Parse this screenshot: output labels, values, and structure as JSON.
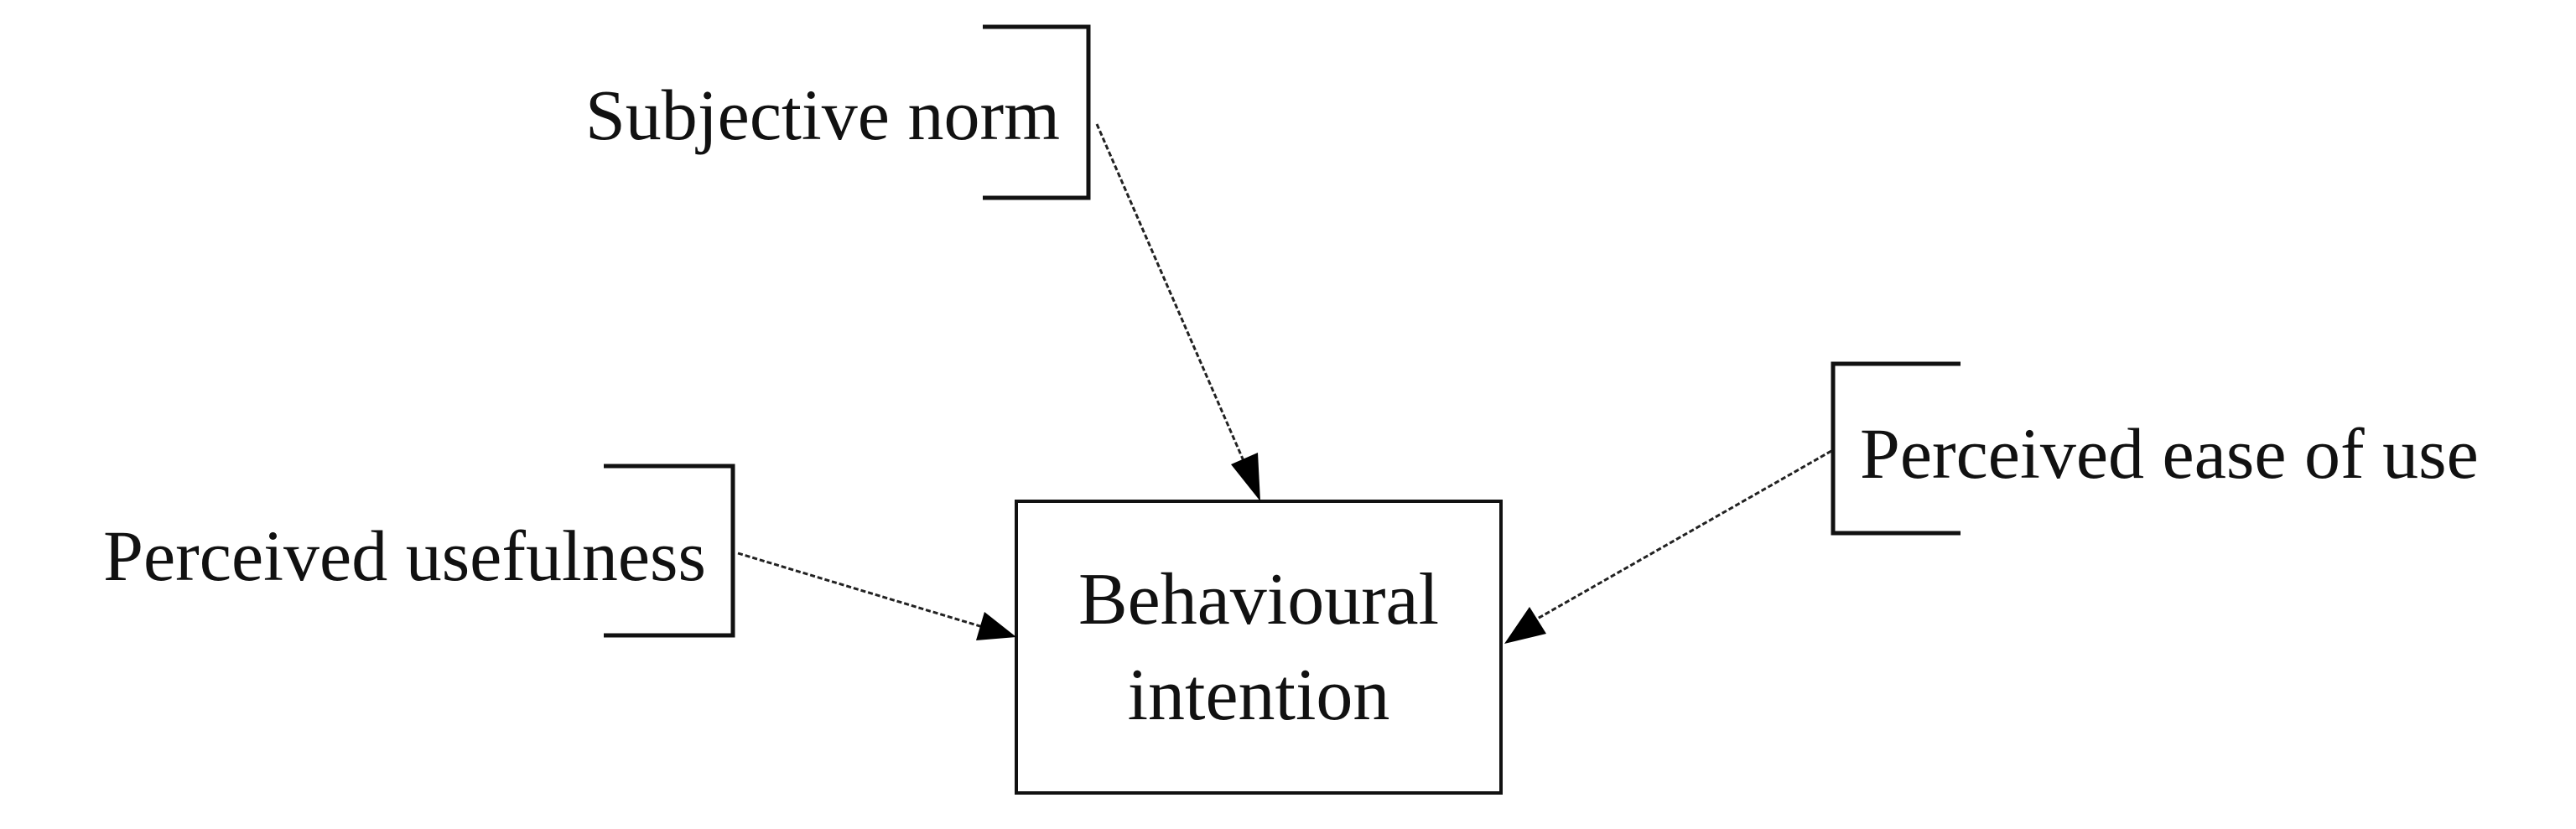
{
  "diagram": {
    "sources": {
      "subjective_norm": "Subjective norm",
      "perceived_usefulness": "Perceived usefulness",
      "perceived_ease_of_use": "Perceived ease of use"
    },
    "target": {
      "line1": "Behavioural",
      "line2": "intention"
    }
  }
}
